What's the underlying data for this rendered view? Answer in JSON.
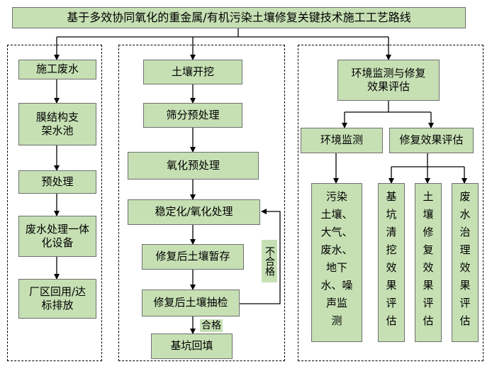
{
  "title": "基于多效协同氧化的重金属/有机污染土壤修复关键技术施工工艺路线",
  "left_column": {
    "steps": [
      "施工废水",
      "膜结构支架水池",
      "预处理",
      "废水处理一体化设备",
      "厂区回用/达标排放"
    ]
  },
  "middle_column": {
    "steps": [
      "土壤开挖",
      "筛分预处理",
      "氧化预处理",
      "稳定化/氧化处理",
      "修复后土壤暂存",
      "修复后土壤抽检",
      "基坑回填"
    ],
    "fail_label": "不合格",
    "pass_label": "合格"
  },
  "right_column": {
    "top": "环境监测与修复效果评估",
    "branch_monitoring": "环境监测",
    "branch_evaluation": "修复效果评估",
    "monitoring_detail": [
      "污染",
      "土壤、",
      "大气、",
      "废水、",
      "地下",
      "水、噪",
      "声监",
      "测"
    ],
    "evaluation_items": [
      [
        "基",
        "坑",
        "清",
        "挖",
        "效",
        "果",
        "评",
        "估"
      ],
      [
        "土",
        "壤",
        "修",
        "复",
        "效",
        "果",
        "评",
        "估"
      ],
      [
        "废",
        "水",
        "治",
        "理",
        "效",
        "果",
        "评",
        "估"
      ]
    ]
  },
  "colors": {
    "box_fill": "#c6e0b4",
    "border": "#6f6f6f",
    "line": "#000000"
  }
}
